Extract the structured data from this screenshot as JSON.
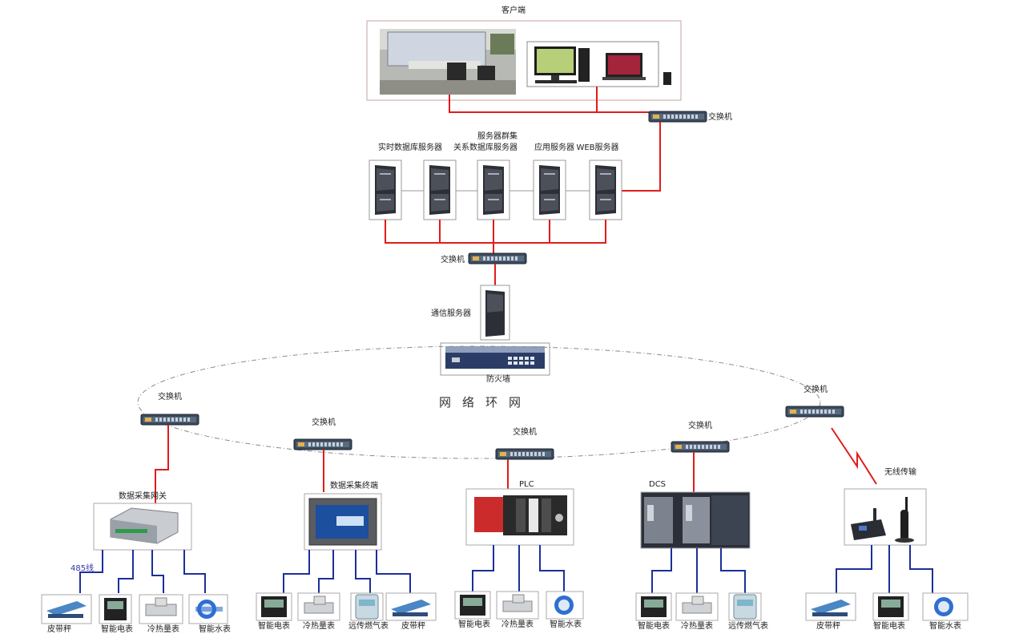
{
  "client": {
    "label": "客户端"
  },
  "top_switch": {
    "label": "交换机"
  },
  "server_cluster": {
    "title": "服务器群集",
    "servers": [
      "实时数据库服务器",
      "关系数据库服务器",
      "应用服务器",
      "WEB服务器"
    ]
  },
  "core_switch": {
    "label": "交换机"
  },
  "comm_server": {
    "label": "通信服务器"
  },
  "firewall": {
    "label": "防火墙"
  },
  "ring": {
    "label": "网络环网"
  },
  "branches": [
    {
      "switch_label": "交换机",
      "device_label": "数据采集网关",
      "bus_label": "485线",
      "meters": [
        "皮带秤",
        "智能电表",
        "冷热量表",
        "智能水表"
      ]
    },
    {
      "switch_label": "交换机",
      "device_label": "数据采集终端",
      "meters": [
        "智能电表",
        "冷热量表",
        "远传燃气表",
        "皮带秤"
      ]
    },
    {
      "switch_label": "交换机",
      "device_label": "PLC",
      "meters": [
        "智能电表",
        "冷热量表",
        "智能水表"
      ]
    },
    {
      "switch_label": "交换机",
      "device_label": "DCS",
      "meters": [
        "智能电表",
        "冷热量表",
        "远传燃气表"
      ]
    },
    {
      "switch_label": "交换机",
      "device_label": "无线传输",
      "meters": [
        "皮带秤",
        "智能电表",
        "智能水表"
      ]
    }
  ]
}
